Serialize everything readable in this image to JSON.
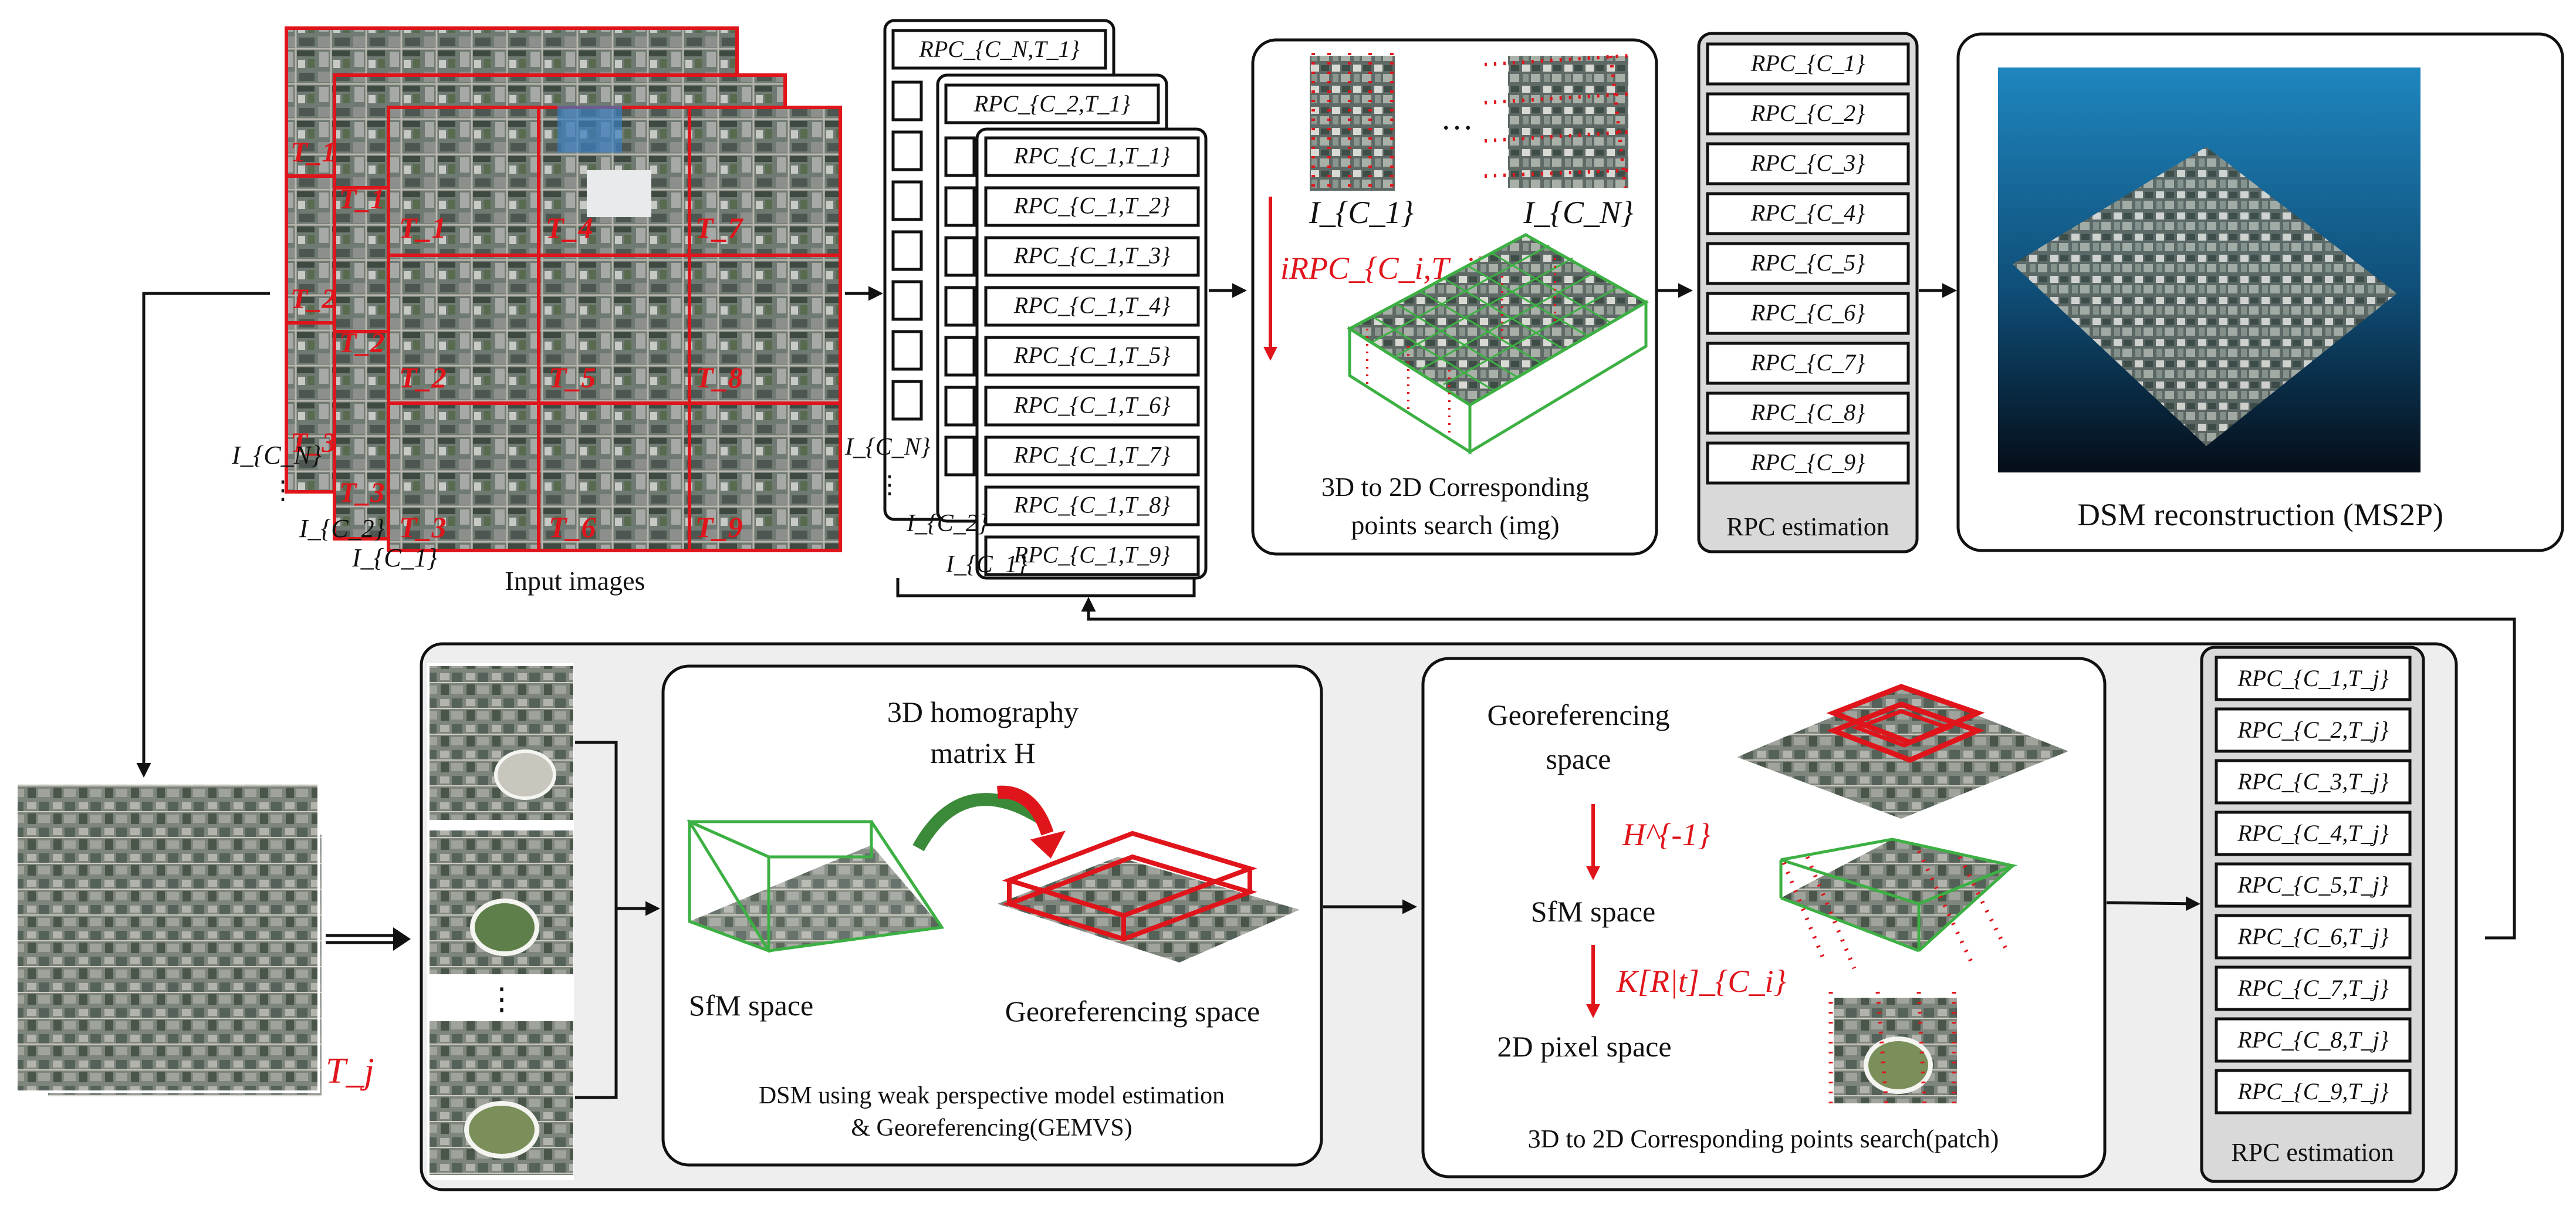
{
  "colors": {
    "accent_red": "#e0151b",
    "mesh_green": "#3cb043",
    "panel_gray": "#eeeeee",
    "label_gray": "#d9d9d9"
  },
  "top_row": {
    "input_images": {
      "caption": "Input images",
      "stack_labels": [
        "I_{C_N}",
        "I_{C_2}",
        "I_{C_1}"
      ],
      "tile_labels_back": [
        "T_1",
        "T_2",
        "T_3"
      ],
      "tile_labels_mid": [
        "T_1",
        "T_2",
        "T_3"
      ],
      "tile_labels_front": [
        "T_1",
        "T_4",
        "T_7",
        "T_2",
        "T_5",
        "T_8",
        "T_3",
        "T_6",
        "T_9"
      ],
      "ellipsis": "⋮"
    },
    "rpc_stack": {
      "back_card_title": "RPC_{C_N,T_1}",
      "mid_card_title": "RPC_{C_2,T_1}",
      "front_items": [
        "RPC_{C_1,T_1}",
        "RPC_{C_1,T_2}",
        "RPC_{C_1,T_3}",
        "RPC_{C_1,T_4}",
        "RPC_{C_1,T_5}",
        "RPC_{C_1,T_6}",
        "RPC_{C_1,T_7}",
        "RPC_{C_1,T_8}",
        "RPC_{C_1,T_9}"
      ],
      "stack_labels": [
        "I_{C_N}",
        "I_{C_2}",
        "I_{C_1}"
      ]
    },
    "correspondence_img": {
      "image_labels": [
        "I_{C_1}",
        "I_{C_N}"
      ],
      "dots": "…",
      "arrow_label": "iRPC_{C_i,T_j}",
      "caption_line1": "3D to 2D Corresponding",
      "caption_line2": "points search (img)"
    },
    "rpc_estimation_top": {
      "items": [
        "RPC_{C_1}",
        "RPC_{C_2}",
        "RPC_{C_3}",
        "RPC_{C_4}",
        "RPC_{C_5}",
        "RPC_{C_6}",
        "RPC_{C_7}",
        "RPC_{C_8}",
        "RPC_{C_9}"
      ],
      "caption": "RPC estimation"
    },
    "dsm_reconstruction": {
      "caption": "DSM reconstruction (MS2P)"
    }
  },
  "bottom_row": {
    "tile_stack_label": "T_j",
    "patch_column": {
      "ellipsis": "⋮"
    },
    "gemvs": {
      "homography_line1": "3D homography",
      "homography_line2": "matrix H",
      "sfm_label": "SfM space",
      "geo_label": "Georeferencing space",
      "caption_line1": "DSM using weak perspective model estimation",
      "caption_line2": "& Georeferencing(GEMVS)"
    },
    "patch_search": {
      "geo_label_line1": "Georeferencing",
      "geo_label_line2": "space",
      "h_inverse": "H^{-1}",
      "sfm_label": "SfM space",
      "projection": "K[R|t]_{C_i}",
      "pixel_label": "2D pixel space",
      "caption": "3D to 2D Corresponding points search(patch)"
    },
    "rpc_estimation_bottom": {
      "items": [
        "RPC_{C_1,T_j}",
        "RPC_{C_2,T_j}",
        "RPC_{C_3,T_j}",
        "RPC_{C_4,T_j}",
        "RPC_{C_5,T_j}",
        "RPC_{C_6,T_j}",
        "RPC_{C_7,T_j}",
        "RPC_{C_8,T_j}",
        "RPC_{C_9,T_j}"
      ],
      "caption": "RPC estimation"
    }
  }
}
